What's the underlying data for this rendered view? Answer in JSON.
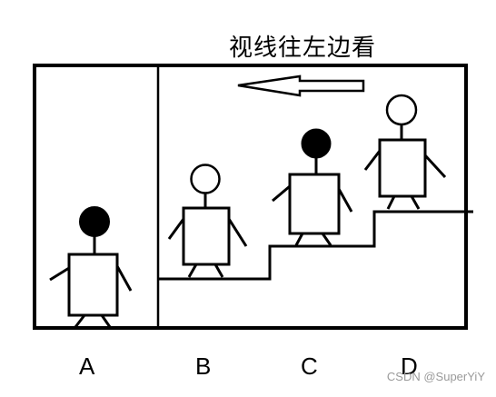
{
  "caption": "视线往左边看",
  "labels": [
    "A",
    "B",
    "C",
    "D"
  ],
  "watermark": "CSDN @SuperYiY",
  "figures": [
    {
      "label": "A",
      "head": "filled"
    },
    {
      "label": "B",
      "head": "hollow"
    },
    {
      "label": "C",
      "head": "filled"
    },
    {
      "label": "D",
      "head": "hollow"
    }
  ],
  "gaze_direction": "left",
  "colors": {
    "stroke": "#000000",
    "background": "#ffffff"
  }
}
